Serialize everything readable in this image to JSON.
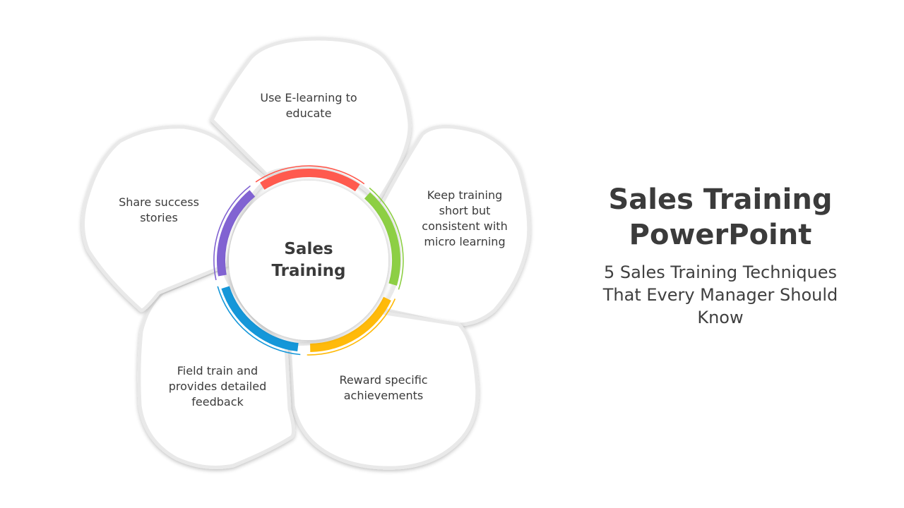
{
  "slide": {
    "title": "Sales Training PowerPoint",
    "subtitle": "5 Sales Training Techniques That Every Manager Should Know"
  },
  "diagram": {
    "center_label": "Sales Training",
    "items": [
      {
        "label": "Use E-learning to educate",
        "color": "#FF5A4E"
      },
      {
        "label": "Keep training short but consistent with micro learning",
        "color": "#8DCF44"
      },
      {
        "label": "Reward specific achievements",
        "color": "#FFBA0A"
      },
      {
        "label": "Field train and provides detailed feedback",
        "color": "#1597D9"
      },
      {
        "label": "Share success stories",
        "color": "#8163D2"
      }
    ]
  }
}
